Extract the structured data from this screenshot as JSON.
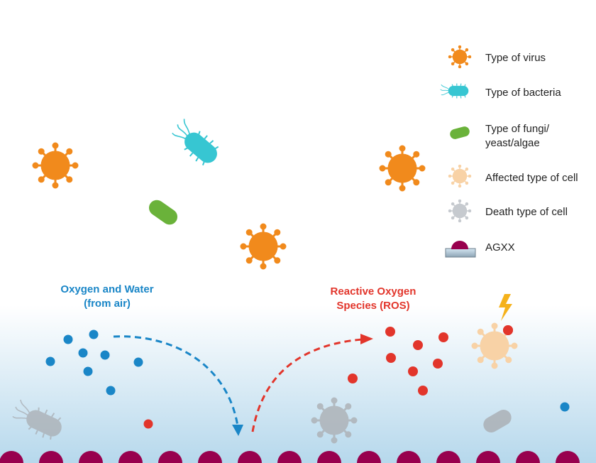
{
  "legend": {
    "items": [
      {
        "icon": "virus-icon",
        "label": "Type of virus"
      },
      {
        "icon": "bacteria-icon",
        "label": "Type of bacteria"
      },
      {
        "icon": "fungi-icon",
        "label_line1": "Type of fungi/",
        "label_line2": "yeast/algae"
      },
      {
        "icon": "affected-cell-icon",
        "label": "Affected type of cell"
      },
      {
        "icon": "dead-cell-icon",
        "label": "Death type of cell"
      },
      {
        "icon": "agxx-icon",
        "label": "AGXX"
      }
    ]
  },
  "labels": {
    "oxygen_water_line1": "Oxygen and Water",
    "oxygen_water_line2": "(from air)",
    "ros_line1": "Reactive Oxygen",
    "ros_line2": "Species (ROS)"
  },
  "colors": {
    "virus": "#f18a1c",
    "bacteria": "#37c6d2",
    "fungi": "#6ab23a",
    "affected_cell": "#f8d2a6",
    "dead_cell": "#b9bec3",
    "agxx": "#98004e",
    "oxygen_water": "#1a86c7",
    "ros": "#e2352b",
    "bolt": "#f5b21b"
  }
}
